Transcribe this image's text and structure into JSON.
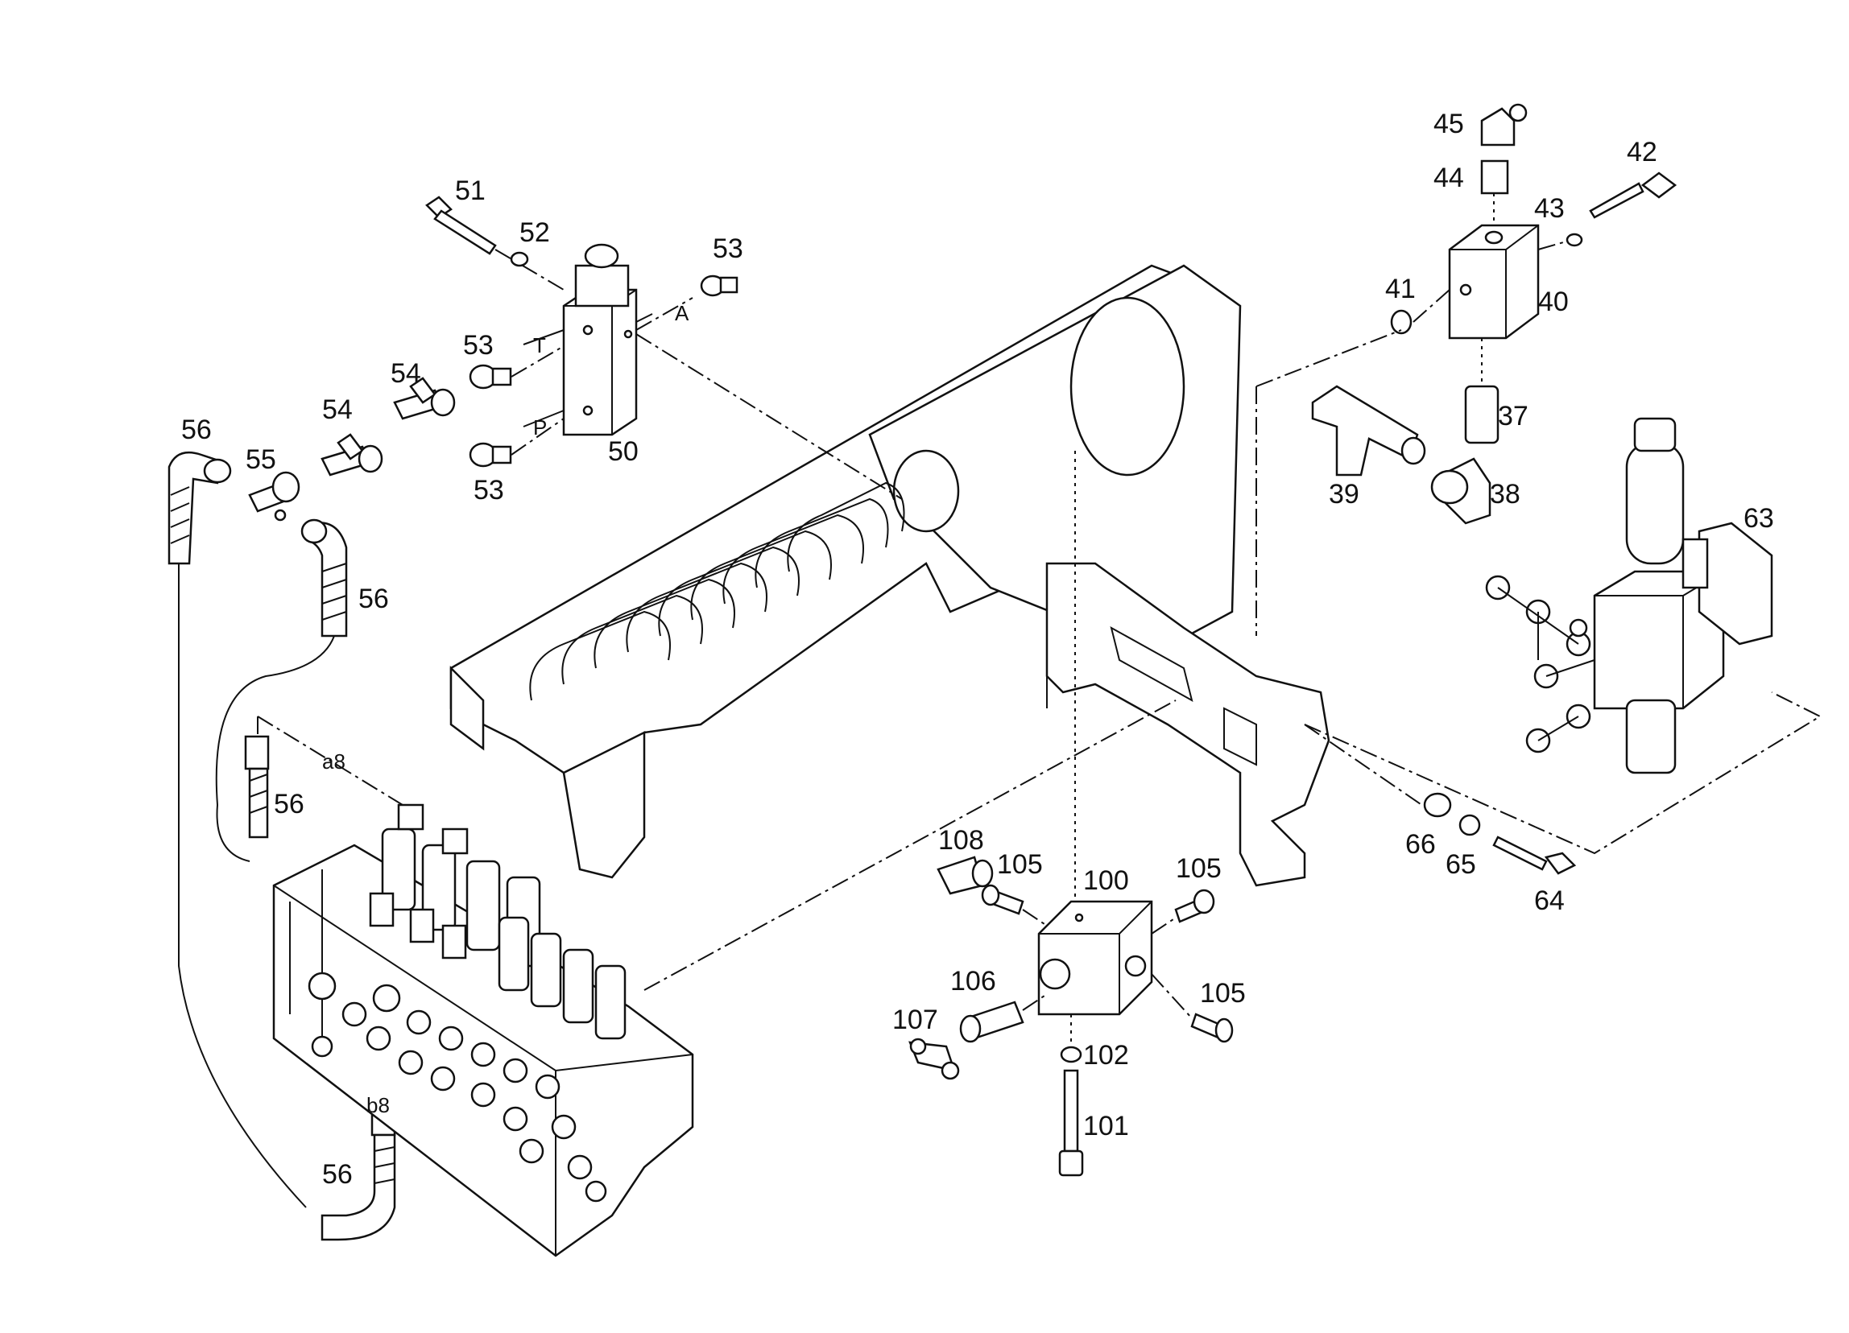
{
  "diagram": {
    "labels": {
      "p37": "37",
      "p38": "38",
      "p39": "39",
      "p40": "40",
      "p41": "41",
      "p42": "42",
      "p43": "43",
      "p44": "44",
      "p45": "45",
      "p50": "50",
      "p51": "51",
      "p52": "52",
      "p53a": "53",
      "p53b": "53",
      "p53c": "53",
      "p54a": "54",
      "p54b": "54",
      "p55": "55",
      "p56a": "56",
      "p56b": "56",
      "p56c": "56",
      "p56d": "56",
      "p63": "63",
      "p64": "64",
      "p65": "65",
      "p66": "66",
      "p100": "100",
      "p101": "101",
      "p102": "102",
      "p105a": "105",
      "p105b": "105",
      "p105c": "105",
      "p106": "106",
      "p107": "107",
      "p108": "108"
    },
    "port_labels": {
      "A": "A",
      "T": "T",
      "P": "P",
      "a8": "a8",
      "b8": "b8"
    }
  }
}
